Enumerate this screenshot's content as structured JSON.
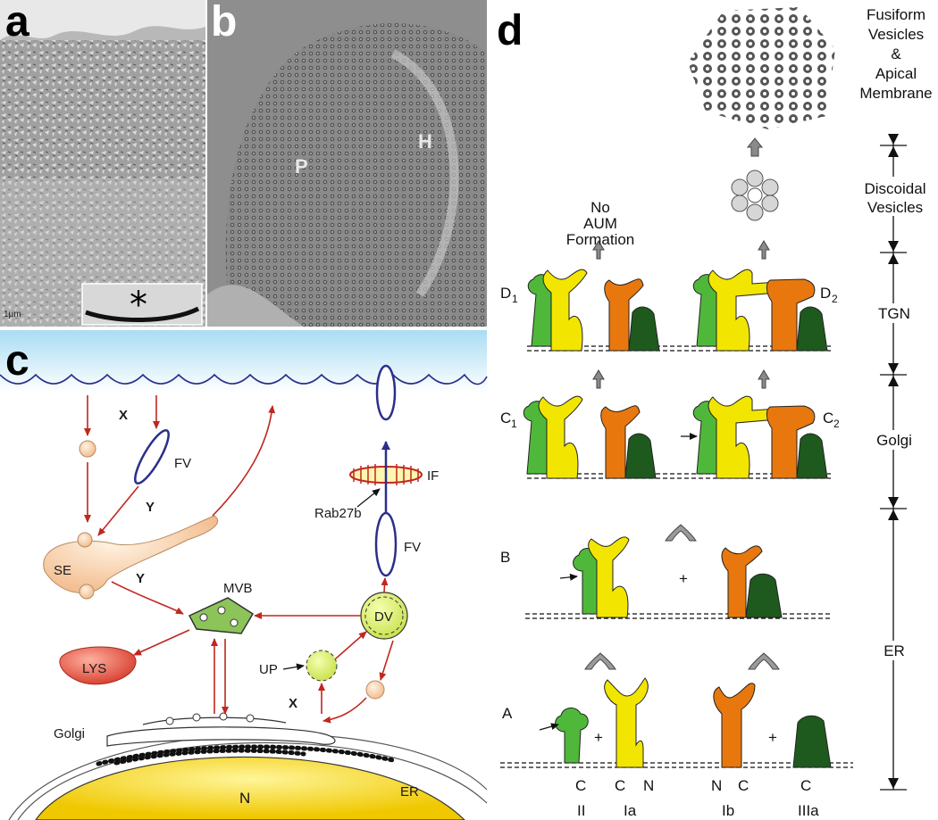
{
  "panels": {
    "a": {
      "letter": "a",
      "scale_bar": "1μm"
    },
    "b": {
      "letter": "b",
      "label_p": "P",
      "label_h": "H"
    },
    "c": {
      "letter": "c",
      "labels": {
        "x_top": "X",
        "fv_left": "FV",
        "y_upper": "Y",
        "se": "SE",
        "y_lower": "Y",
        "mvb": "MVB",
        "lys": "LYS",
        "up": "UP",
        "x_bottom": "X",
        "golgi": "Golgi",
        "n": "N",
        "er": "ER",
        "dv": "DV",
        "fv_right": "FV",
        "rab27b": "Rab27b",
        "if": "IF"
      }
    },
    "d": {
      "letter": "d",
      "top_label": [
        "Fusiform",
        "Vesicles",
        "&",
        "Apical",
        "Membrane"
      ],
      "no_aum": [
        "No",
        "AUM",
        "Formation"
      ],
      "stages": {
        "a": "A",
        "b": "B",
        "c1": "C",
        "c1_sub": "1",
        "c2": "C",
        "c2_sub": "2",
        "d1": "D",
        "d1_sub": "1",
        "d2": "D",
        "d2_sub": "2"
      },
      "plus": "+",
      "termini": [
        "C",
        "C",
        "N",
        "N",
        "C",
        "C"
      ],
      "proteins": [
        "II",
        "Ia",
        "Ib",
        "IIIa"
      ],
      "compartments": [
        "Discoidal",
        "Vesicles",
        "TGN",
        "Golgi",
        "ER"
      ]
    }
  },
  "colors": {
    "upk_ii": "#4fb83a",
    "upk_ia": "#f2e600",
    "upk_ib": "#e8780e",
    "upk_iiia": "#1e5a1e",
    "arrow_red": "#c0271e",
    "vesicle_blue": "#2a2f8a",
    "er_yellow": "#f3d600",
    "lys_red": "#e0453a",
    "mvb_green": "#8cc45a"
  }
}
